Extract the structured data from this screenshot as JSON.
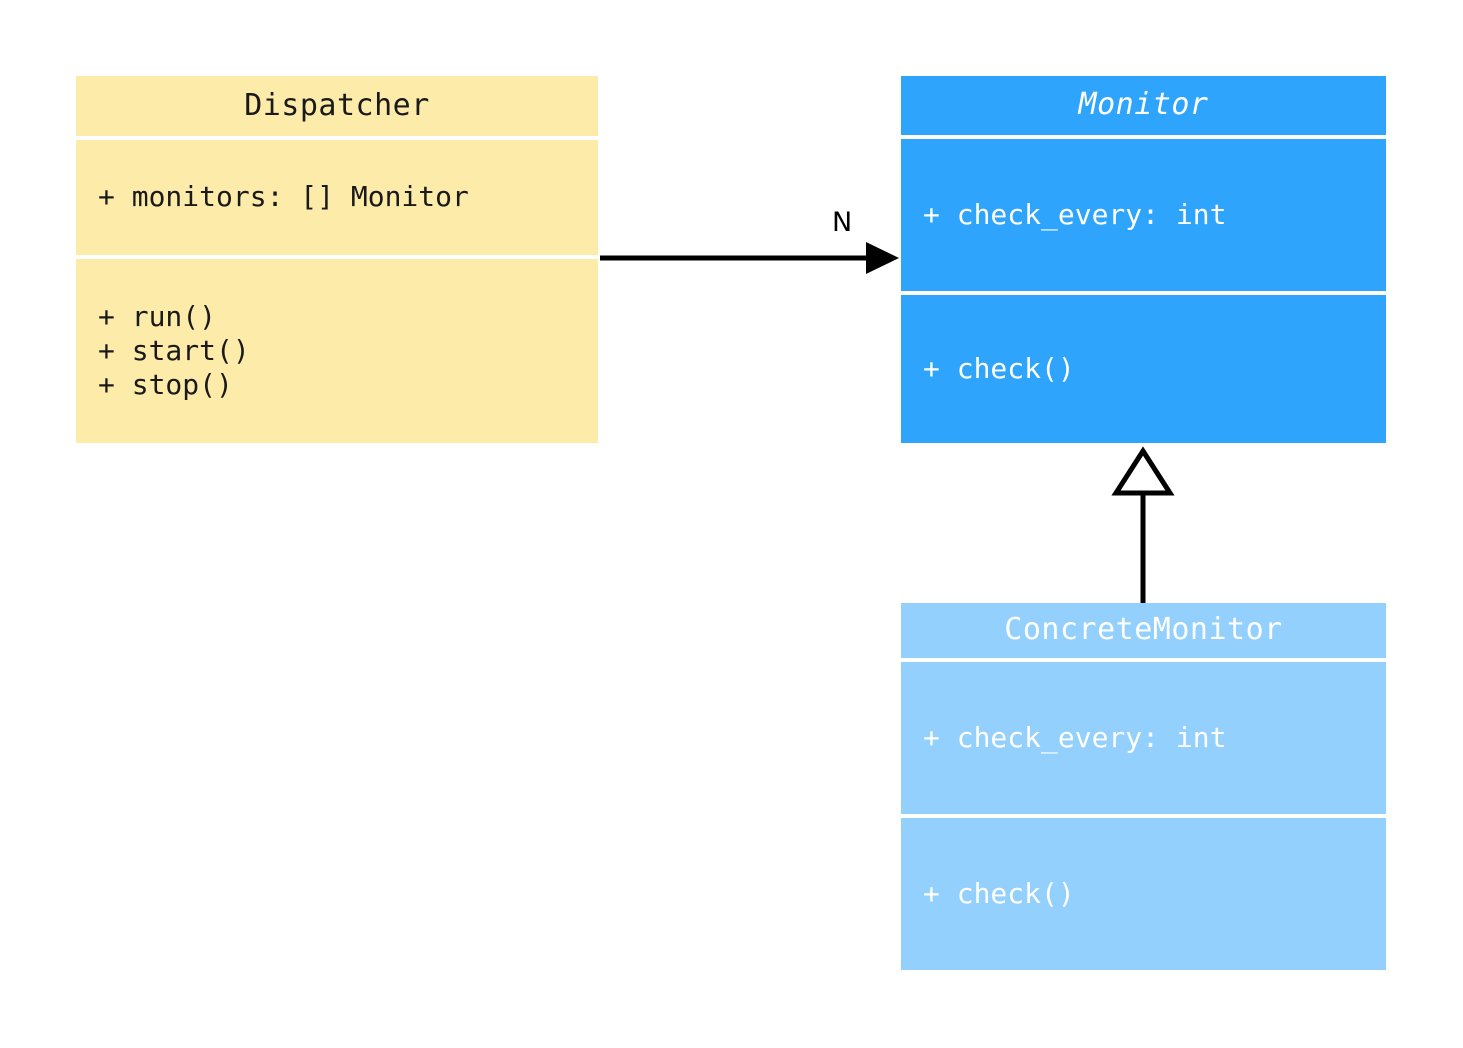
{
  "diagram": {
    "type": "uml-class-diagram",
    "background_color": "#ffffff",
    "classes": [
      {
        "id": "dispatcher",
        "name": "Dispatcher",
        "abstract": false,
        "fill_color": "#fdeca9",
        "text_color": "#1a1a1a",
        "attributes": [
          "+ monitors: [] Monitor"
        ],
        "operations": [
          "+ run()",
          "+ start()",
          "+ stop()"
        ]
      },
      {
        "id": "monitor",
        "name": "Monitor",
        "abstract": true,
        "fill_color": "#2fa4fc",
        "text_color": "#ffffff",
        "attributes": [
          "+ check_every: int"
        ],
        "operations": [
          "+ check()"
        ]
      },
      {
        "id": "concrete_monitor",
        "name": "ConcreteMonitor",
        "abstract": false,
        "fill_color": "#93d0fd",
        "text_color": "#ffffff",
        "attributes": [
          "+ check_every: int"
        ],
        "operations": [
          "+ check()"
        ]
      }
    ],
    "relationships": [
      {
        "id": "dispatcher-to-monitor",
        "kind": "association",
        "from": "Dispatcher",
        "to": "Monitor",
        "arrowhead": "solid-filled-arrow",
        "label": "N",
        "line_color": "#000000"
      },
      {
        "id": "concrete-monitor-to-monitor",
        "kind": "generalization",
        "from": "ConcreteMonitor",
        "to": "Monitor",
        "arrowhead": "hollow-triangle",
        "label": "",
        "line_color": "#000000"
      }
    ]
  }
}
